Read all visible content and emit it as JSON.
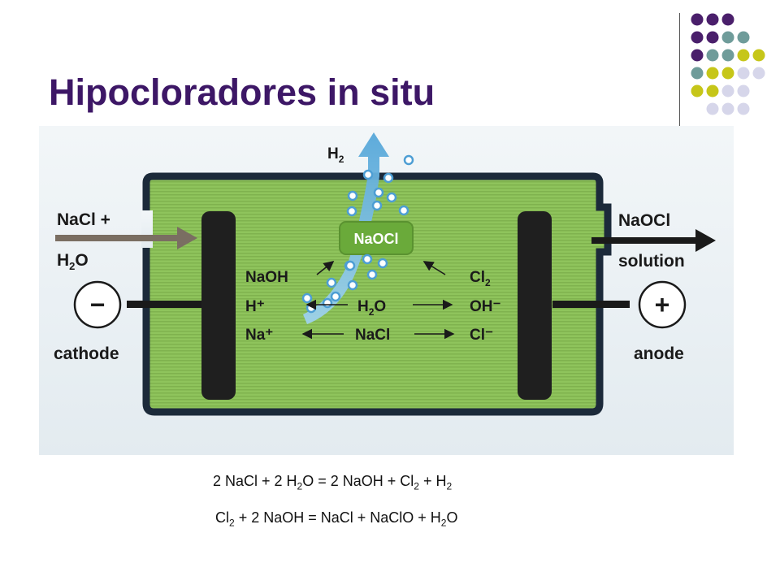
{
  "slide": {
    "title": "Hipocloradores in situ",
    "colors": {
      "title": "#3d1766",
      "purple": "#4a1f6b",
      "teal": "#6f9c9a",
      "olive": "#c6c619",
      "lavender": "#d6d6ea"
    }
  },
  "diagram": {
    "left_inlet": {
      "line1": "NaCl +",
      "line2_main": "H",
      "line2_sub": "2",
      "line2_end": "O"
    },
    "outlet": {
      "line1": "NaOCl",
      "line2": "solution"
    },
    "gas": {
      "main": "H",
      "sub": "2"
    },
    "center_label": "NaOCl",
    "cathode": {
      "sign": "−",
      "label": "cathode"
    },
    "anode": {
      "sign": "+",
      "label": "anode"
    },
    "left_species": {
      "naoh": "NaOH",
      "h_plus": "H⁺",
      "na_plus": "Na⁺"
    },
    "right_species": {
      "cl2_main": "Cl",
      "cl2_sub": "2",
      "oh_minus": "OH⁻",
      "cl_minus": "Cl⁻"
    },
    "water": {
      "main": "H",
      "sub": "2",
      "end": "O"
    },
    "salt": "NaCl"
  },
  "equations": {
    "eq1": {
      "p1": "2 NaCl + 2 H",
      "s1": "2",
      "p2": "O = 2 NaOH + Cl",
      "s2": "2",
      "p3": " + H",
      "s3": "2"
    },
    "eq2": {
      "p1": "Cl",
      "s1": "2",
      "p2": " + 2 NaOH = NaCl + NaClO + H",
      "s2": "2",
      "p3": "O"
    }
  }
}
